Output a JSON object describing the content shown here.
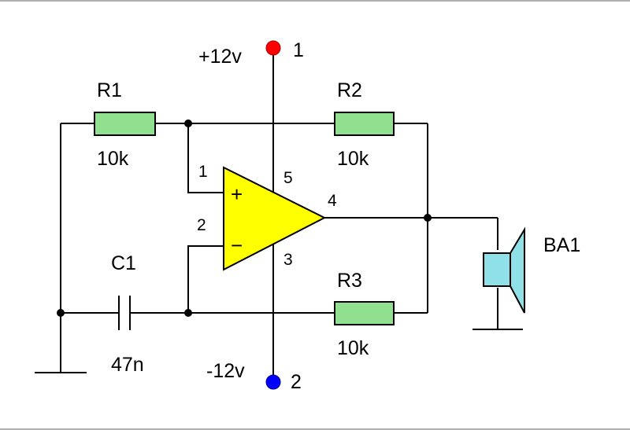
{
  "colors": {
    "resistor_fill": "#90e090",
    "opamp_fill": "#ffff00",
    "speaker_fill": "#90e0e8",
    "positive_terminal": "#ff0000",
    "negative_terminal": "#0000ff",
    "frame": "#b0b0b0"
  },
  "icons": {
    "opamp": "triangle-opamp-icon",
    "speaker": "speaker-icon",
    "ground": "ground-icon"
  },
  "supply": {
    "positive": {
      "label": "+12v",
      "terminal": "1"
    },
    "negative": {
      "label": "-12v",
      "terminal": "2"
    }
  },
  "components": {
    "R1": {
      "name": "R1",
      "value": "10k"
    },
    "R2": {
      "name": "R2",
      "value": "10k"
    },
    "R3": {
      "name": "R3",
      "value": "10k"
    },
    "C1": {
      "name": "C1",
      "value": "47n"
    },
    "BA1": {
      "name": "BA1"
    }
  },
  "opamp": {
    "plus_sign": "+",
    "minus_sign": "−",
    "pins": {
      "p1": "1",
      "p2": "2",
      "p3": "3",
      "p4": "4",
      "p5": "5"
    }
  }
}
